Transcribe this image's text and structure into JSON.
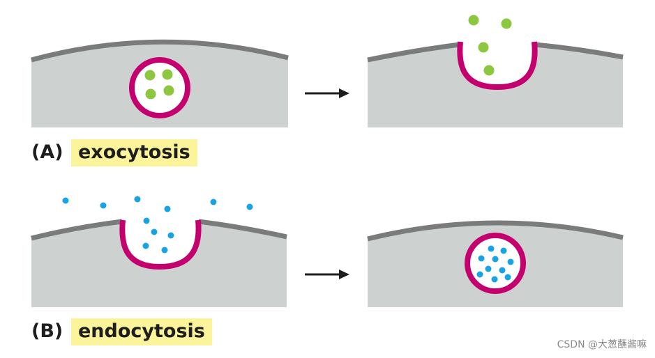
{
  "panels": [
    {
      "letter": "(A)",
      "term": "exocytosis"
    },
    {
      "letter": "(B)",
      "term": "endocytosis"
    }
  ],
  "colors": {
    "cytoplasm": "#cdd1cf",
    "membrane": "#7a7c7c",
    "vesicle_membrane": "#c4006f",
    "cargo_exo": "#8dc63f",
    "cargo_endo": "#1aa3e2",
    "highlight": "#fbf49a",
    "arrow": "#1e1e1e"
  },
  "watermark": "CSDN @大葱蘸酱嘛"
}
